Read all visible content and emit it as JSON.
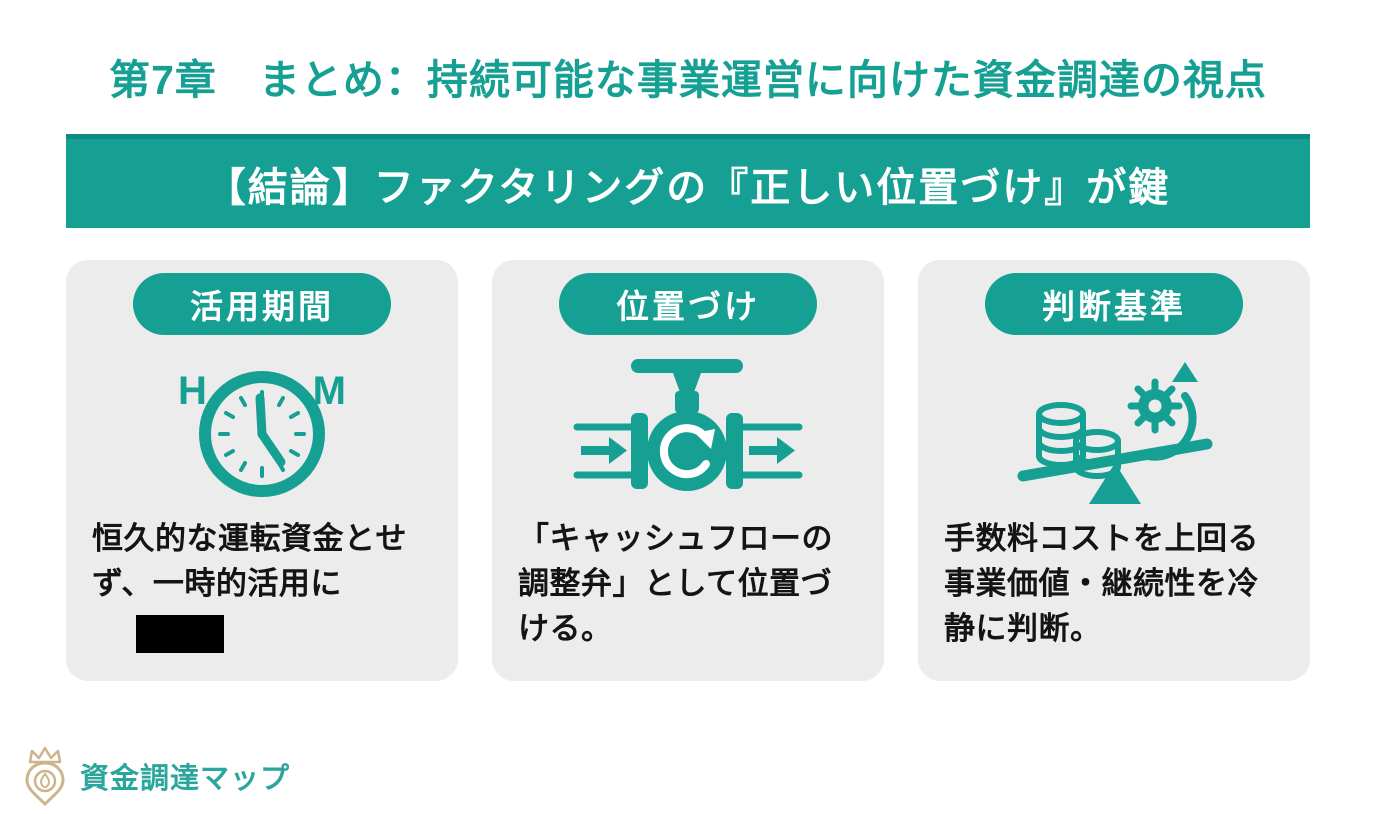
{
  "colors": {
    "teal_main": "#16a094",
    "teal_dark_edge": "#0f8b83",
    "card_background": "#ececec",
    "body_text": "#141414",
    "banner_text": "#ffffff",
    "logo_gold": "#cdb58b",
    "logo_text_teal": "#2aa79c",
    "redaction": "#000000"
  },
  "title": "第7章　まとめ：持続可能な事業運営に向けた資金調達の視点",
  "banner": {
    "text": "【結論】ファクタリングの『正しい位置づけ』が鍵"
  },
  "cards": [
    {
      "header": "活用期間",
      "icon": "clock-hm-icon",
      "clock_letters": {
        "left": "H",
        "right": "M"
      },
      "body": "恒久的な運転資金とせず、一時的活用に",
      "redacted": true
    },
    {
      "header": "位置づけ",
      "icon": "pipe-valve-flow-icon",
      "body": "「キャッシュフローの調整弁」として位置づける。",
      "redacted": false
    },
    {
      "header": "判断基準",
      "icon": "balance-scale-coins-gear-icon",
      "body": "手数料コストを上回る事業価値・継続性を冷静に判断。",
      "redacted": false
    }
  ],
  "footer": {
    "logo_icon": "crown-map-pin-icon",
    "logo_text": "資金調達マップ"
  }
}
